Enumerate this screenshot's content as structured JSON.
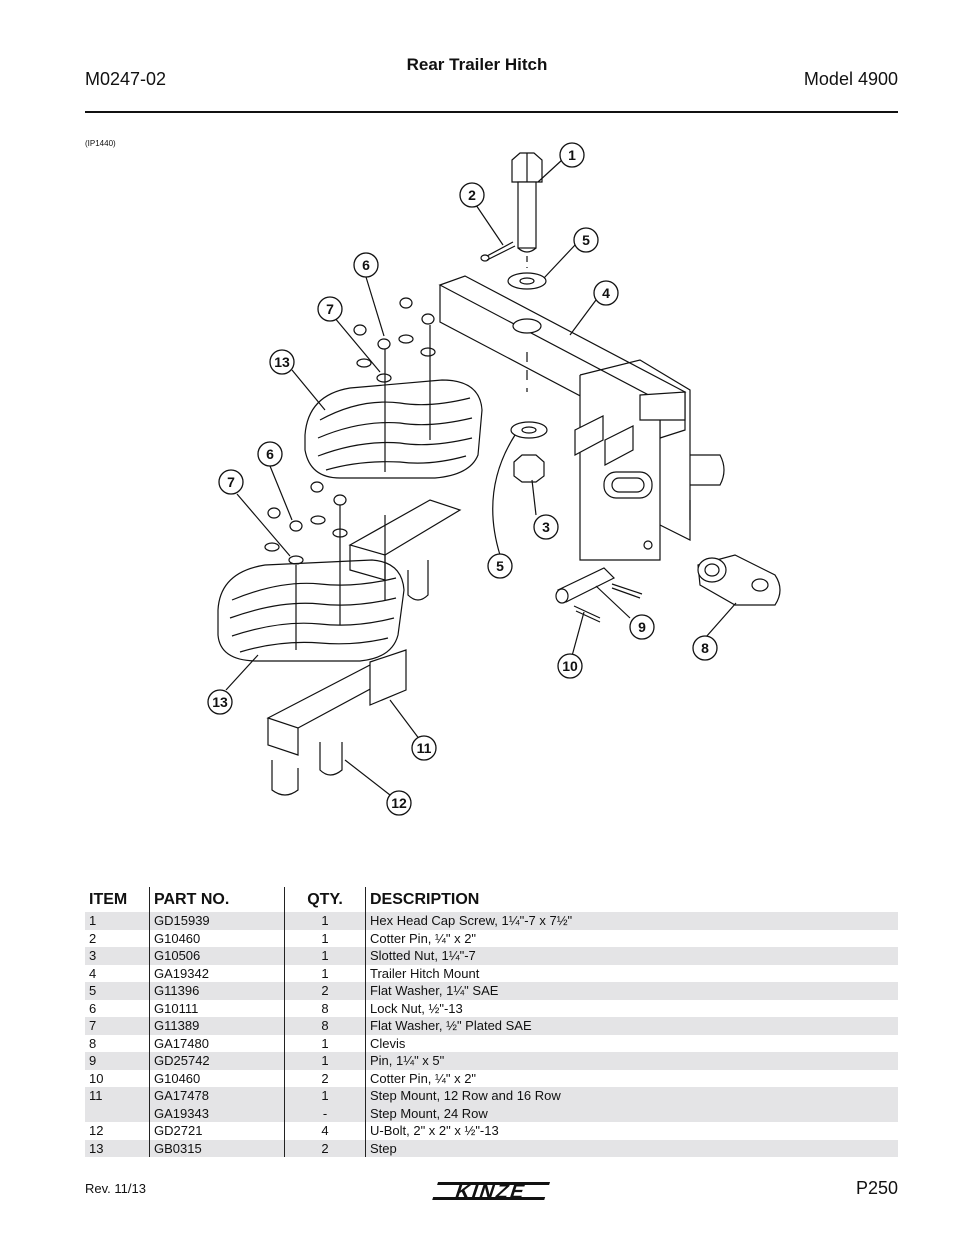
{
  "header": {
    "doc_number": "M0247-02",
    "title": "Rear Trailer Hitch",
    "model": "Model 4900"
  },
  "illustration_ref": "(IP1440)",
  "callouts": [
    "1",
    "2",
    "5",
    "4",
    "6",
    "7",
    "13",
    "6",
    "7",
    "3",
    "5",
    "9",
    "8",
    "10",
    "13",
    "11",
    "12"
  ],
  "table": {
    "headers": [
      "ITEM",
      "PART NO.",
      "QTY.",
      "DESCRIPTION"
    ],
    "rows": [
      {
        "item": "1",
        "part": "GD15939",
        "qty": "1",
        "desc": "Hex Head Cap Screw, 1¼\"-7 x 7½\""
      },
      {
        "item": "2",
        "part": "G10460",
        "qty": "1",
        "desc": "Cotter Pin, ¼\" x 2\""
      },
      {
        "item": "3",
        "part": "G10506",
        "qty": "1",
        "desc": "Slotted Nut, 1¼\"-7"
      },
      {
        "item": "4",
        "part": "GA19342",
        "qty": "1",
        "desc": "Trailer Hitch Mount"
      },
      {
        "item": "5",
        "part": "G11396",
        "qty": "2",
        "desc": "Flat Washer, 1¼\" SAE"
      },
      {
        "item": "6",
        "part": "G10111",
        "qty": "8",
        "desc": "Lock Nut, ½\"-13"
      },
      {
        "item": "7",
        "part": "G11389",
        "qty": "8",
        "desc": "Flat Washer, ½\" Plated SAE"
      },
      {
        "item": "8",
        "part": "GA17480",
        "qty": "1",
        "desc": "Clevis"
      },
      {
        "item": "9",
        "part": "GD25742",
        "qty": "1",
        "desc": "Pin, 1¼\" x 5\""
      },
      {
        "item": "10",
        "part": "G10460",
        "qty": "2",
        "desc": "Cotter Pin, ¼\" x 2\""
      },
      {
        "item": "11",
        "part": "GA17478",
        "qty": "1",
        "desc": "Step Mount, 12 Row and 16 Row"
      },
      {
        "item": "",
        "part": "GA19343",
        "qty": "-",
        "desc": "Step Mount, 24 Row"
      },
      {
        "item": "12",
        "part": "GD2721",
        "qty": "4",
        "desc": "U-Bolt, 2\" x 2\" x ½\"-13"
      },
      {
        "item": "13",
        "part": "GB0315",
        "qty": "2",
        "desc": "Step"
      }
    ]
  },
  "footer": {
    "revision": "Rev. 11/13",
    "page": "P250",
    "logo_text": "KINZE"
  }
}
